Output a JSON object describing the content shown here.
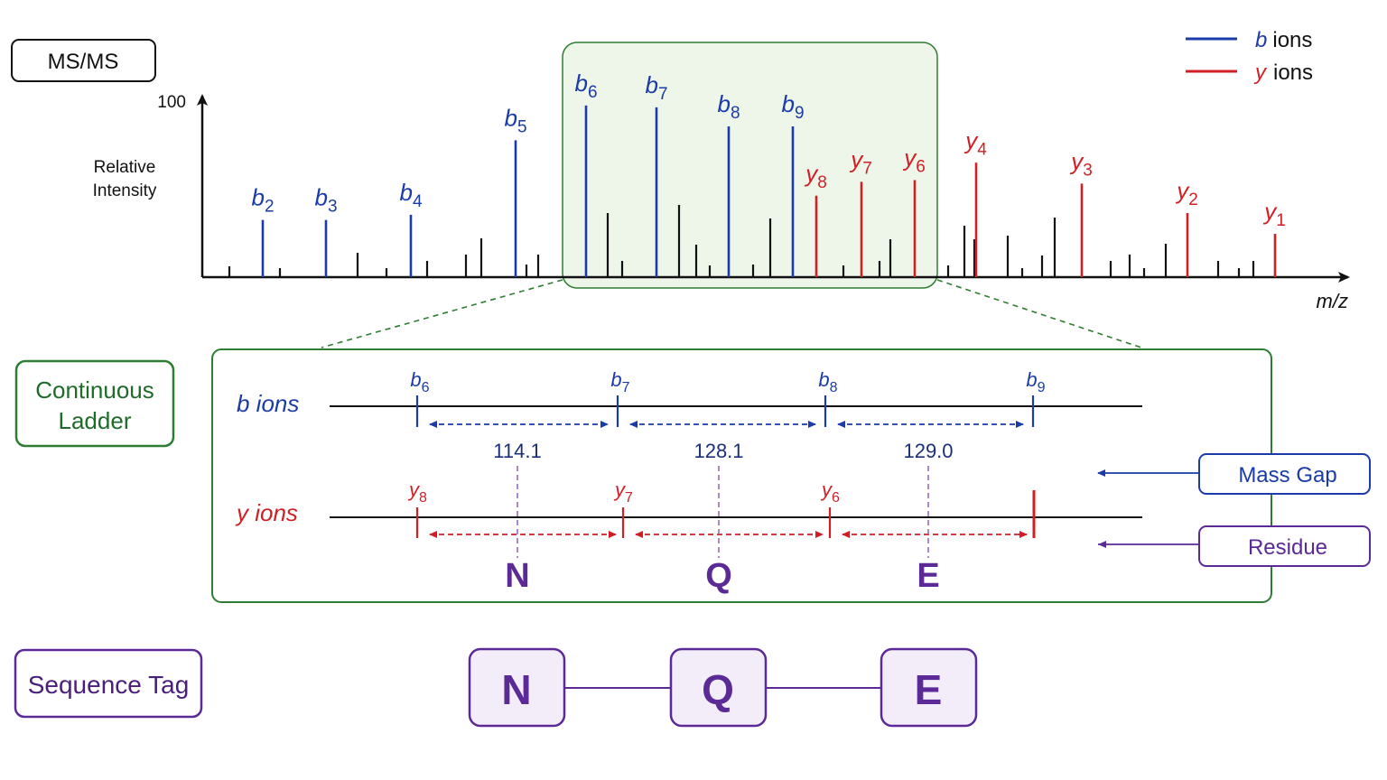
{
  "colors": {
    "b_ion": "#1a3ba8",
    "y_ion": "#d11f26",
    "noise": "#111111",
    "ladder_green": "#2e7d32",
    "zoom_fill": "#eef6ea",
    "residue_purple": "#5b2a96",
    "tag_fill": "#f2edf9"
  },
  "header": {
    "title_box": "MS/MS"
  },
  "legend": [
    {
      "ion": "b",
      "label": "ions",
      "color": "#1a3ba8"
    },
    {
      "ion": "y",
      "label": "ions",
      "color": "#d11f26"
    }
  ],
  "spectrum": {
    "y_axis": {
      "max_tick": "100",
      "label_line1": "Relative",
      "label_line2": "Intensity"
    },
    "x_axis": {
      "label": "m/z"
    },
    "b_peaks": [
      {
        "ion": "b",
        "index": "2",
        "intensity": 33
      },
      {
        "ion": "b",
        "index": "3",
        "intensity": 33
      },
      {
        "ion": "b",
        "index": "4",
        "intensity": 36
      },
      {
        "ion": "b",
        "index": "5",
        "intensity": 79
      },
      {
        "ion": "b",
        "index": "6",
        "intensity": 99
      },
      {
        "ion": "b",
        "index": "7",
        "intensity": 98
      },
      {
        "ion": "b",
        "index": "8",
        "intensity": 87
      },
      {
        "ion": "b",
        "index": "9",
        "intensity": 87
      }
    ],
    "y_peaks": [
      {
        "ion": "y",
        "index": "8",
        "intensity": 47
      },
      {
        "ion": "y",
        "index": "7",
        "intensity": 55
      },
      {
        "ion": "y",
        "index": "6",
        "intensity": 56
      },
      {
        "ion": "y",
        "index": "4",
        "intensity": 66
      },
      {
        "ion": "y",
        "index": "3",
        "intensity": 54
      },
      {
        "ion": "y",
        "index": "2",
        "intensity": 37
      },
      {
        "ion": "y",
        "index": "1",
        "intensity": 25
      }
    ]
  },
  "ladder": {
    "side_label_line1": "Continuous",
    "side_label_line2": "Ladder",
    "b_row_label": "b ions",
    "y_row_label": "y ions",
    "b_ticks": [
      {
        "ion": "b",
        "index": "6"
      },
      {
        "ion": "b",
        "index": "7"
      },
      {
        "ion": "b",
        "index": "8"
      },
      {
        "ion": "b",
        "index": "9"
      }
    ],
    "y_ticks": [
      {
        "ion": "y",
        "index": "8"
      },
      {
        "ion": "y",
        "index": "7"
      },
      {
        "ion": "y",
        "index": "6"
      },
      {
        "ion": "y",
        "index": ""
      }
    ],
    "mass_gaps": [
      "114.1",
      "128.1",
      "129.0"
    ],
    "residues": [
      "N",
      "Q",
      "E"
    ],
    "mass_gap_callout": "Mass Gap",
    "residue_callout": "Residue"
  },
  "sequence_tag": {
    "side_label": "Sequence Tag",
    "residues": [
      "N",
      "Q",
      "E"
    ]
  }
}
